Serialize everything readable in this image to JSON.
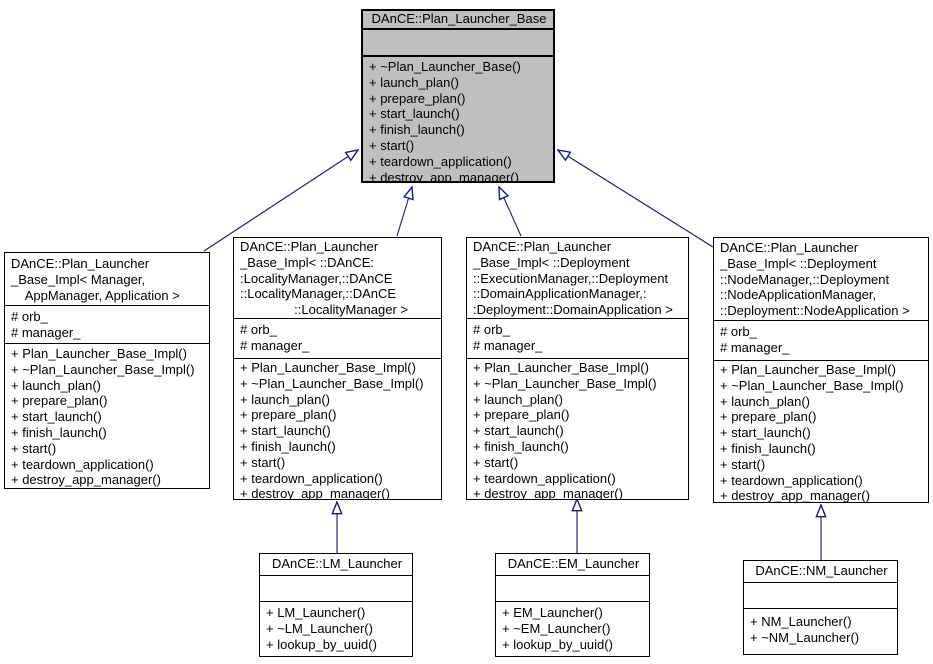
{
  "diagram": {
    "kind": "uml-inheritance-diagram",
    "colors": {
      "background": "#ffffff",
      "node_fill": "#ffffff",
      "highlight_fill": "#bfbfbf",
      "border": "#000000",
      "edge": "#191970"
    },
    "classes": [
      {
        "id": "base",
        "title_lines": [
          "DAnCE::Plan_Launcher_Base"
        ],
        "attributes": [],
        "methods": [
          "+ ~Plan_Launcher_Base()",
          "+ launch_plan()",
          "+ prepare_plan()",
          "+ start_launch()",
          "+ finish_launch()",
          "+ start()",
          "+ teardown_application()",
          "+ destroy_app_manager()"
        ]
      },
      {
        "id": "impl_template",
        "title_lines": [
          "DAnCE::Plan_Launcher",
          "_Base_Impl< Manager,",
          "    AppManager, Application >"
        ],
        "attributes": [
          "# orb_",
          "# manager_"
        ],
        "methods": [
          "+ Plan_Launcher_Base_Impl()",
          "+ ~Plan_Launcher_Base_Impl()",
          "+ launch_plan()",
          "+ prepare_plan()",
          "+ start_launch()",
          "+ finish_launch()",
          "+ start()",
          "+ teardown_application()",
          "+ destroy_app_manager()"
        ]
      },
      {
        "id": "impl_locality_manager",
        "title_lines": [
          "DAnCE::Plan_Launcher",
          "_Base_Impl< ::DAnCE:",
          ":LocalityManager,::DAnCE",
          "::LocalityManager,::DAnCE",
          "               ::LocalityManager >"
        ],
        "attributes": [
          "# orb_",
          "# manager_"
        ],
        "methods": [
          "+ Plan_Launcher_Base_Impl()",
          "+ ~Plan_Launcher_Base_Impl()",
          "+ launch_plan()",
          "+ prepare_plan()",
          "+ start_launch()",
          "+ finish_launch()",
          "+ start()",
          "+ teardown_application()",
          "+ destroy_app_manager()"
        ]
      },
      {
        "id": "impl_execution_manager",
        "title_lines": [
          "DAnCE::Plan_Launcher",
          "_Base_Impl< ::Deployment",
          "::ExecutionManager,::Deployment",
          "::DomainApplicationManager,:",
          ":Deployment::DomainApplication >"
        ],
        "attributes": [
          "# orb_",
          "# manager_"
        ],
        "methods": [
          "+ Plan_Launcher_Base_Impl()",
          "+ ~Plan_Launcher_Base_Impl()",
          "+ launch_plan()",
          "+ prepare_plan()",
          "+ start_launch()",
          "+ finish_launch()",
          "+ start()",
          "+ teardown_application()",
          "+ destroy_app_manager()"
        ]
      },
      {
        "id": "impl_node_manager",
        "title_lines": [
          "DAnCE::Plan_Launcher",
          "_Base_Impl< ::Deployment",
          "::NodeManager,::Deployment",
          "::NodeApplicationManager,",
          "::Deployment::NodeApplication >"
        ],
        "attributes": [
          "# orb_",
          "# manager_"
        ],
        "methods": [
          "+ Plan_Launcher_Base_Impl()",
          "+ ~Plan_Launcher_Base_Impl()",
          "+ launch_plan()",
          "+ prepare_plan()",
          "+ start_launch()",
          "+ finish_launch()",
          "+ start()",
          "+ teardown_application()",
          "+ destroy_app_manager()"
        ]
      },
      {
        "id": "lm_launcher",
        "title_lines": [
          "DAnCE::LM_Launcher"
        ],
        "attributes": [],
        "methods": [
          "+ LM_Launcher()",
          "+ ~LM_Launcher()",
          "+ lookup_by_uuid()"
        ]
      },
      {
        "id": "em_launcher",
        "title_lines": [
          "DAnCE::EM_Launcher"
        ],
        "attributes": [],
        "methods": [
          "+ EM_Launcher()",
          "+ ~EM_Launcher()",
          "+ lookup_by_uuid()"
        ]
      },
      {
        "id": "nm_launcher",
        "title_lines": [
          "DAnCE::NM_Launcher"
        ],
        "attributes": [],
        "methods": [
          "+ NM_Launcher()",
          "+ ~NM_Launcher()"
        ]
      }
    ],
    "edges": [
      {
        "from": "impl_template",
        "to": "base",
        "type": "inheritance"
      },
      {
        "from": "impl_locality_manager",
        "to": "base",
        "type": "inheritance"
      },
      {
        "from": "impl_execution_manager",
        "to": "base",
        "type": "inheritance"
      },
      {
        "from": "impl_node_manager",
        "to": "base",
        "type": "inheritance"
      },
      {
        "from": "lm_launcher",
        "to": "impl_locality_manager",
        "type": "inheritance"
      },
      {
        "from": "em_launcher",
        "to": "impl_execution_manager",
        "type": "inheritance"
      },
      {
        "from": "nm_launcher",
        "to": "impl_node_manager",
        "type": "inheritance"
      }
    ]
  }
}
